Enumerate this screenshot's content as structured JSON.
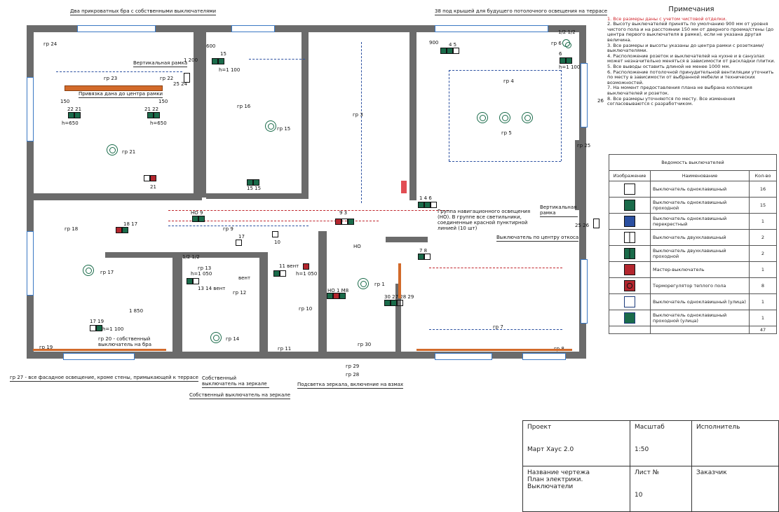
{
  "drawing": {
    "top_callout_left": "Два прикроватных бра с собственными выключателями",
    "top_callout_right": "38 под крышей для будущего потолочного освещения на террасе",
    "bottom_callout_left": "гр 27 - все фасадное освещение, кроме стены, примыкающей к террасе",
    "mirror_switch_1": "Собственный выключатель на зеркале",
    "mirror_switch_2": "Собственный выключатель на зеркале",
    "mirror_light": "Подсветка зеркала, включение на взмах",
    "nav_group_note": "Группа навигационного освещения (НО). В группе все светильники, соединенные красной пунктирной линией (10 шт)",
    "vertical_frame_1": "Вертикальная рамка",
    "vertical_frame_2": "Вертикальная рамка",
    "center_switch_note": "Выключатель по центру откоса",
    "bed_note": "Привязка дана до центра рамки",
    "sconce_note": "гр 20 - собственный выключатель на бра",
    "dim_1850": "1 850",
    "dim_900": "900",
    "dim_600": "600",
    "dim_1200": "1 200",
    "labels": {
      "gr24": "гр 24",
      "gr23": "гр 23",
      "gr22": "гр 22",
      "gr21": "гр 21",
      "gr16": "гр 16",
      "gr15": "гр 15",
      "gr3": "гр 3",
      "gr4": "гр 4",
      "gr5": "гр 5",
      "gr6": "гр 6",
      "gr18": "гр 18",
      "gr17": "гр 17",
      "gr9": "гр 9",
      "gr13": "гр 13",
      "gr12": "гр 12",
      "gr14": "гр 14",
      "gr10": "гр 10",
      "gr11": "гр 11",
      "gr1": "гр 1",
      "gr7": "гр 7",
      "gr30": "гр 30",
      "gr29": "гр 29",
      "gr28": "гр 28",
      "gr19": "гр 19",
      "gr8": "гр 8",
      "gr25": "гр 25",
      "gr26": "26",
      "h650a": "h=650",
      "h650b": "h=650",
      "h1100a": "h=1 100",
      "h1100b": "h=1 100",
      "h1100c": "h=1 100",
      "h1050a": "h=1 050",
      "h1050b": "h=1 050",
      "n2221": "22 21",
      "n2122": "21 22",
      "n1515": "15 15",
      "n1817": "18 17",
      "n21": "21",
      "n1719": "17 19",
      "n146": "1 4 6",
      "n93": "9 3",
      "n78": "7 8",
      "n45": "4 5",
      "n1212": "1/2 1/2",
      "n1212b": "1/2 1/2",
      "no9": "НО 9",
      "no1m8": "НО 1 М8",
      "n30272829": "30 27 28 29",
      "n17": "17",
      "n10": "10",
      "n11vent": "11 вент",
      "n1314vent": "13 14 вент",
      "vent": "вент",
      "n150a": "150",
      "n150b": "150",
      "n2524": "25 24",
      "n2526": "25 26",
      "no": "НО",
      "n15": "15",
      "n6": "6"
    }
  },
  "notes": {
    "title": "Примечания",
    "items": [
      "1. Все размеры даны с учетом чистовой отделки.",
      "2. Высоту выключателей принять по умолчанию 900 мм от уровня чистого пола и на расстоянии 150 мм от дверного проема/стены (до центра первого выключателя в рамке), если не указана другая величина.",
      "3. Все размеры и высоты указаны до центра рамки с розетками/выключателями.",
      "4. Расположение розеток и выключателей на кухне и в санузлах может незначительно меняться в зависимости от раскладки плитки.",
      "5. Все выводы оставить длиной не менее 1000 мм.",
      "6. Расположение потолочной принудительной вентиляции уточнить по месту в зависимости от выбранной мебели и технических возможностей.",
      "7. На момент предоставления плана не выбрана коллекция выключателей и розеток.",
      "8. Все размеры уточняются по месту. Все изменения согласовываются с разработчиком."
    ]
  },
  "legend": {
    "title": "Ведомость выключателей",
    "headers": [
      "Изображение",
      "Наименование",
      "Кол-во"
    ],
    "rows": [
      {
        "name": "Выключатель одноклавишный",
        "count": "16",
        "color": "#ffffff"
      },
      {
        "name": "Выключатель одноклавишный проходной",
        "count": "15",
        "color": "#1a6b4a"
      },
      {
        "name": "Выключатель одноклавишный перекрестный",
        "count": "1",
        "color": "#2a4fa0"
      },
      {
        "name": "Выключатель двухклавишный",
        "count": "2",
        "color": "#ffffff"
      },
      {
        "name": "Выключатель двухклавишный проходной",
        "count": "2",
        "color": "#1a6b4a"
      },
      {
        "name": "Мастер-выключатель",
        "count": "1",
        "color": "#b3262e"
      },
      {
        "name": "Терморегулятор теплого пола",
        "count": "8",
        "color": "#b3262e"
      },
      {
        "name": "Выключатель одноклавишный (улица)",
        "count": "1",
        "color": "#ffffff"
      },
      {
        "name": "Выключатель одноклавишный проходной (улица)",
        "count": "1",
        "color": "#1a6b4a"
      }
    ],
    "total": "47"
  },
  "title_block": {
    "project_label": "Проект",
    "project_value": "Март Хаус 2.0",
    "scale_label": "Масштаб",
    "scale_value": "1:50",
    "executor_label": "Исполнитель",
    "drawing_label": "Название чертежа",
    "drawing_value": "План электрики. Выключатели",
    "sheet_label": "Лист №",
    "sheet_value": "10",
    "customer_label": "Заказчик"
  }
}
